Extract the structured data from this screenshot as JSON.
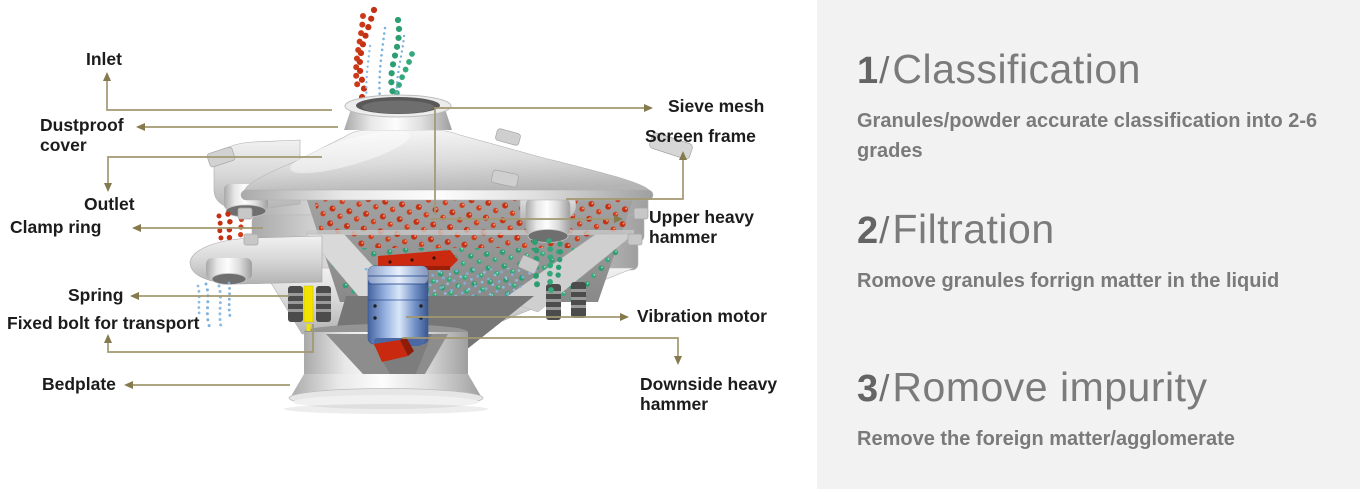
{
  "page": {
    "background": "#ffffff"
  },
  "diagram": {
    "labels": {
      "inlet": "Inlet",
      "dustproof_cover": "Dustproof cover",
      "outlet": "Outlet",
      "clamp_ring": "Clamp ring",
      "spring": "Spring",
      "fixed_bolt": "Fixed bolt for transport",
      "bedplate": "Bedplate",
      "sieve_mesh": "Sieve mesh",
      "screen_frame": "Screen frame",
      "upper_heavy_hammer": "Upper heavy hammer",
      "vibration_motor": "Vibration motor",
      "downside_heavy_hammer": "Downside heavy hammer"
    },
    "colors": {
      "leader_line": "#a29871",
      "leader_arrow": "#857a4e",
      "label_text": "#1c1c1c",
      "particle_red": "#c43112",
      "particle_green": "#2d9e72",
      "particle_blue": "#7cb1dc",
      "motor_blue": "#6d8fc7",
      "hammer_red": "#cb2a10",
      "transport_bolt_yellow": "#f2e300"
    }
  },
  "features": {
    "panel_bg": "#f2f2f2",
    "text_color": "#7a7a7a",
    "items": [
      {
        "number": "1",
        "separator": "/",
        "title": "Classification",
        "description": "Granules/powder accurate classification into 2-6 grades"
      },
      {
        "number": "2",
        "separator": "/",
        "title": "Filtration",
        "description": "Romove granules forrign matter in the liquid"
      },
      {
        "number": "3",
        "separator": "/",
        "title": "Romove impurity",
        "description": "Remove the foreign matter/agglomerate"
      }
    ]
  }
}
